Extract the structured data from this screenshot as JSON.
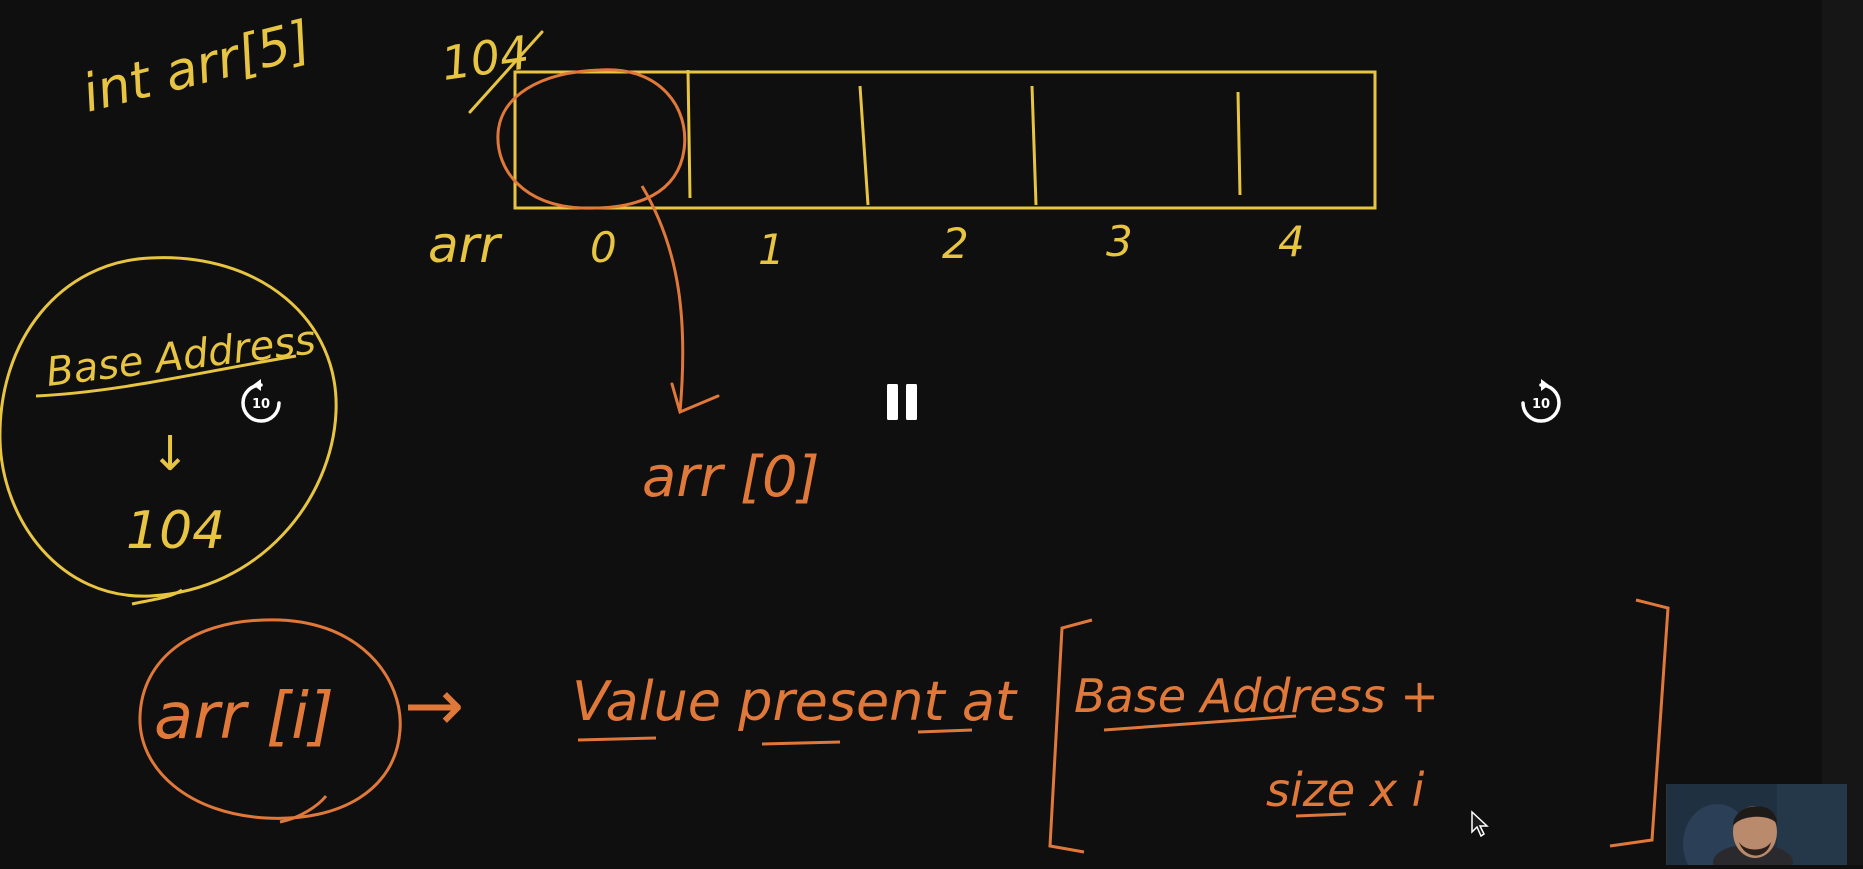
{
  "colors": {
    "background": "#0f0f0f",
    "yellow_ink": "#e7c442",
    "orange_ink": "#e0783a",
    "control_icon": "#ffffff"
  },
  "board": {
    "declaration": "int arr[5]",
    "start_address": "104",
    "array_name": "arr",
    "indices": [
      "0",
      "1",
      "2",
      "3",
      "4"
    ],
    "base_address_note": {
      "title": "Base Address",
      "arrow": "↓",
      "value": "104"
    },
    "element_ref": "arr [0]",
    "formula": {
      "lhs": "arr [i]",
      "arrow": "→",
      "middle": "Value present at",
      "rhs_line1": "Base Address +",
      "rhs_line2": "size x i"
    }
  },
  "player": {
    "rewind_label": "10",
    "forward_label": "10",
    "rewind_icon": "rewind-10-icon",
    "pause_icon": "pause-icon",
    "forward_icon": "forward-10-icon"
  },
  "webcam": {
    "description_icon": "presenter-webcam"
  }
}
